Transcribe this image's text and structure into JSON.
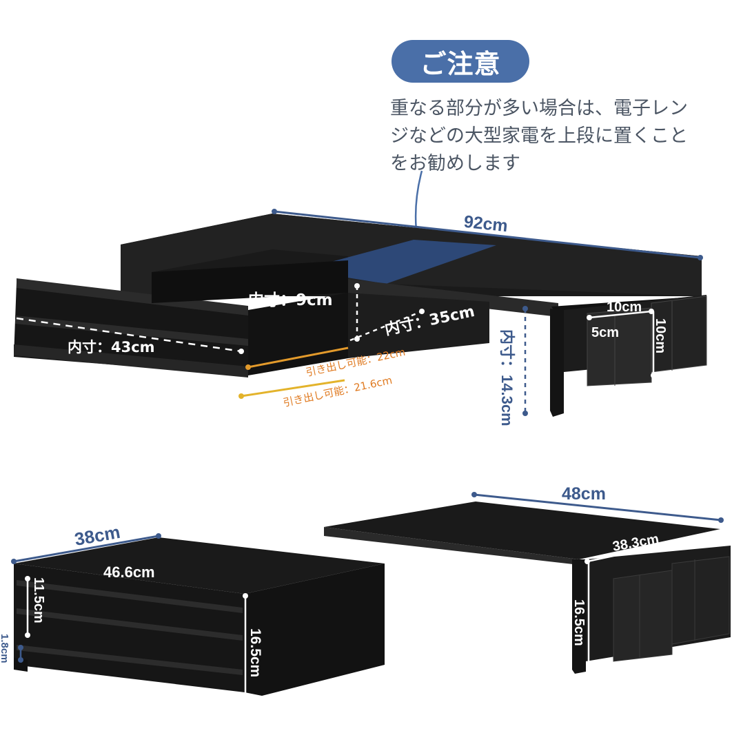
{
  "notice": {
    "title": "ご注意",
    "lines": [
      "重なる部分が多い場合は、電子レン",
      "ジなどの大型家電を上段に置くこと",
      "をお勧めします"
    ]
  },
  "top_assembly": {
    "width": "92cm",
    "inner_height": "内寸：9cm",
    "inner_depth": "内寸：35cm",
    "inner_width": "内寸：43cm",
    "drawer_upper": "引き出し可能：22cm",
    "drawer_lower": "引き出し可能：21.6cm",
    "clearance": "内寸：14.3cm",
    "pocket_width": "10cm",
    "pocket_depth": "5cm",
    "pocket_height": "10cm"
  },
  "drawer_unit": {
    "depth": "38cm",
    "width": "46.6cm",
    "drawer_height": "11.5cm",
    "base_height": "1.8cm",
    "total_height": "16.5cm"
  },
  "shelf_unit": {
    "width": "48cm",
    "depth": "38.3cm",
    "height": "16.5cm"
  },
  "colors": {
    "accent": "#4a6fa8",
    "dimension_text": "#3d5a8c",
    "orange_label": "#e07b22",
    "furniture": "#161616"
  }
}
